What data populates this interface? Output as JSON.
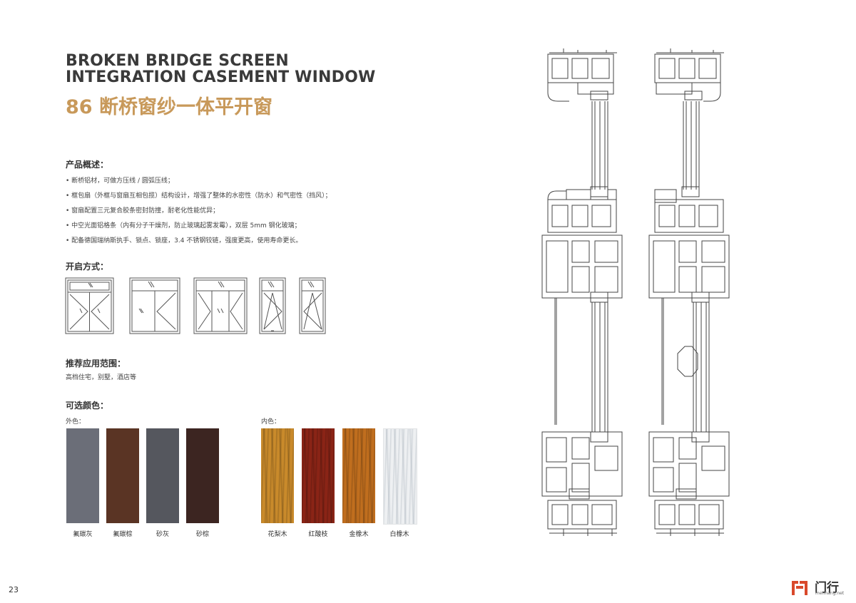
{
  "title": {
    "en_line1": "BROKEN BRIDGE SCREEN",
    "en_line2": "INTEGRATION CASEMENT WINDOW",
    "cn": "86 断桥窗纱一体平开窗"
  },
  "overview": {
    "heading": "产品概述：",
    "items": [
      "断桥铝材，可做方压线 / 圆弧压线；",
      "框包扇（外框与窗扇互相包揽）结构设计，增强了整体的水密性（防水）和气密性（挡风）；",
      "窗扇配置三元复合胶条密封防撞，耐老化性能优异；",
      "中空光面铝格条（内有分子干燥剂，防止玻璃起雾发霉），双层 5mm 钢化玻璃；",
      "配备德国瑞纳斯执手、锁点、锁座，3.4 不锈钢铰链，强度更高，使用寿命更长。"
    ]
  },
  "opening": {
    "heading": "开启方式："
  },
  "application": {
    "heading": "推荐应用范围：",
    "text": "高档住宅，别墅，酒店等"
  },
  "colors": {
    "heading": "可选颜色：",
    "outer_label": "外色：",
    "inner_label": "内色：",
    "outer": [
      {
        "name": "氟碳灰",
        "color": "#6b6e78"
      },
      {
        "name": "氟碳棕",
        "color": "#5a3424"
      },
      {
        "name": "砂灰",
        "color": "#55575e"
      },
      {
        "name": "砂棕",
        "color": "#3c2521"
      }
    ],
    "inner": [
      {
        "name": "花梨木",
        "color": "#c98a2b",
        "icon": "wood-grain-texture"
      },
      {
        "name": "红酸枝",
        "color": "#8a2416",
        "icon": "wood-grain-texture"
      },
      {
        "name": "金橡木",
        "color": "#c06e1e",
        "icon": "wood-grain-texture"
      },
      {
        "name": "白橡木",
        "color": "#eef0f2",
        "icon": "wood-grain-texture"
      }
    ]
  },
  "footer": {
    "page": "23",
    "logo_text": "门行",
    "logo_sub": "menhang.net"
  },
  "accent_color": "#c8995a"
}
